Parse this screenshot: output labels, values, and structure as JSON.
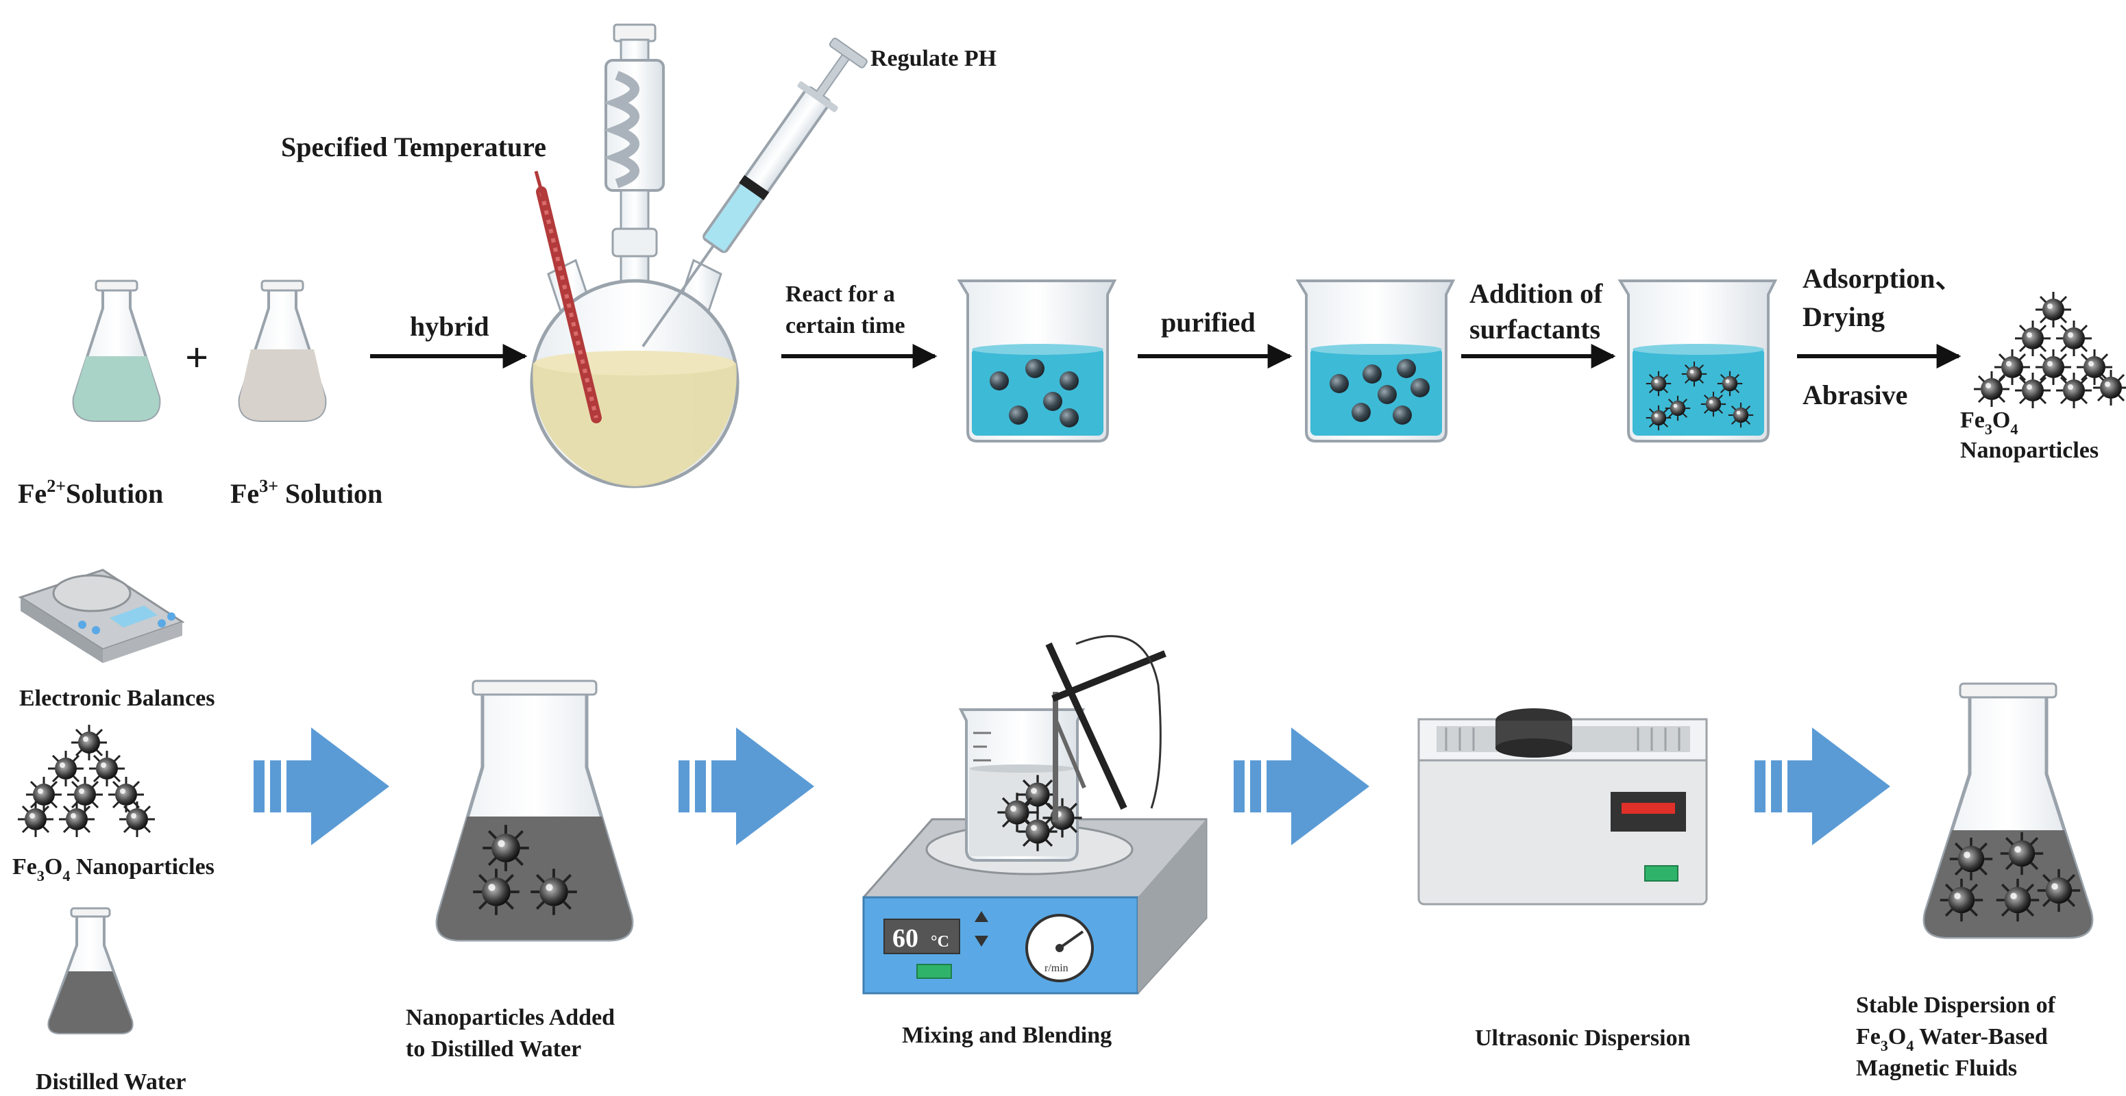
{
  "top_row": {
    "fe2_label": {
      "ion": "Fe",
      "sup": "2+",
      "rest": "Solution"
    },
    "fe3_label": {
      "ion": "Fe",
      "sup": "3+",
      "rest": " Solution"
    },
    "plus": "+",
    "hybrid": "hybrid",
    "specified_temperature": "Specified Temperature",
    "regulate_ph": "Regulate PH",
    "react_line1": "React for a",
    "react_line2": "certain time",
    "purified": "purified",
    "surfactant_line1": "Addition of",
    "surfactant_line2": "surfactants",
    "adsorption_line1": "Adsorption、",
    "adsorption_line2": "Drying",
    "abrasive": "Abrasive",
    "product_line1": {
      "a": "Fe",
      "s1": "3",
      "b": "O",
      "s2": "4"
    },
    "product_line2": "Nanoparticles"
  },
  "bottom_row": {
    "electronic_balances": "Electronic Balances",
    "nanoparticles_label": {
      "a": "Fe",
      "s1": "3",
      "b": "O",
      "s2": "4",
      "rest": "  Nanoparticles"
    },
    "distilled_water": "Distilled Water",
    "added_line1": "Nanoparticles Added",
    "added_line2": "to Distilled Water",
    "mixing": "Mixing and Blending",
    "ultrasonic": "Ultrasonic Dispersion",
    "stable_line1": "Stable Dispersion of",
    "stable_line2": {
      "a": "Fe",
      "s1": "3",
      "b": "O",
      "s2": "4",
      "rest": " Water-Based"
    },
    "stable_line3": "Magnetic Fluids",
    "stirrer_temp": "60",
    "stirrer_unit": "°C",
    "dial_unit": "r/min"
  },
  "colors": {
    "arrow_blue": "#5b9bd5",
    "solution_green": "#a9d3c6",
    "solution_grey": "#d8d2cc",
    "flask_yellow": "#e6dcab",
    "beaker_cyan": "#3dbad6",
    "stirrer_blue": "#5aa9e6",
    "dark_fluid": "#6b6b6b"
  }
}
